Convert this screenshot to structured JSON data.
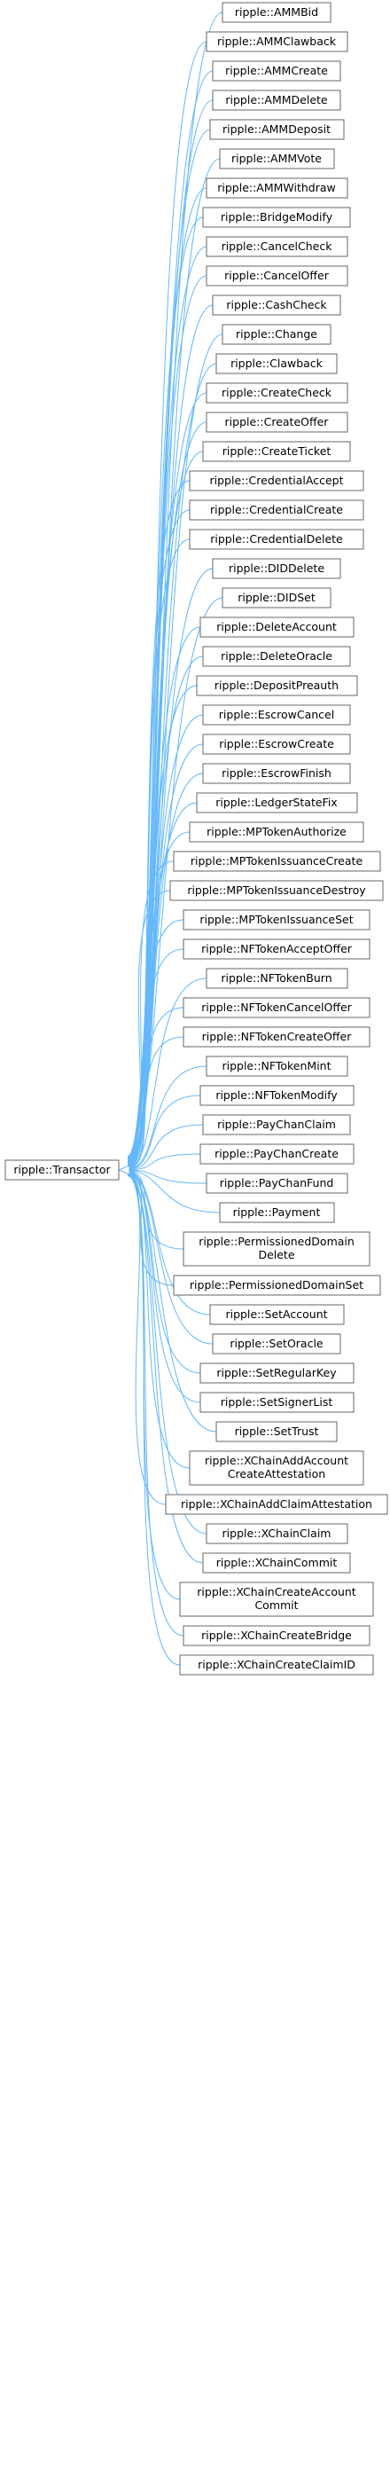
{
  "base_class": {
    "label": "ripple::Transactor"
  },
  "derived_classes": [
    {
      "lines": [
        "ripple::AMMBid"
      ]
    },
    {
      "lines": [
        "ripple::AMMClawback"
      ]
    },
    {
      "lines": [
        "ripple::AMMCreate"
      ]
    },
    {
      "lines": [
        "ripple::AMMDelete"
      ]
    },
    {
      "lines": [
        "ripple::AMMDeposit"
      ]
    },
    {
      "lines": [
        "ripple::AMMVote"
      ]
    },
    {
      "lines": [
        "ripple::AMMWithdraw"
      ]
    },
    {
      "lines": [
        "ripple::BridgeModify"
      ]
    },
    {
      "lines": [
        "ripple::CancelCheck"
      ]
    },
    {
      "lines": [
        "ripple::CancelOffer"
      ]
    },
    {
      "lines": [
        "ripple::CashCheck"
      ]
    },
    {
      "lines": [
        "ripple::Change"
      ]
    },
    {
      "lines": [
        "ripple::Clawback"
      ]
    },
    {
      "lines": [
        "ripple::CreateCheck"
      ]
    },
    {
      "lines": [
        "ripple::CreateOffer"
      ]
    },
    {
      "lines": [
        "ripple::CreateTicket"
      ]
    },
    {
      "lines": [
        "ripple::CredentialAccept"
      ]
    },
    {
      "lines": [
        "ripple::CredentialCreate"
      ]
    },
    {
      "lines": [
        "ripple::CredentialDelete"
      ]
    },
    {
      "lines": [
        "ripple::DIDDelete"
      ]
    },
    {
      "lines": [
        "ripple::DIDSet"
      ]
    },
    {
      "lines": [
        "ripple::DeleteAccount"
      ]
    },
    {
      "lines": [
        "ripple::DeleteOracle"
      ]
    },
    {
      "lines": [
        "ripple::DepositPreauth"
      ]
    },
    {
      "lines": [
        "ripple::EscrowCancel"
      ]
    },
    {
      "lines": [
        "ripple::EscrowCreate"
      ]
    },
    {
      "lines": [
        "ripple::EscrowFinish"
      ]
    },
    {
      "lines": [
        "ripple::LedgerStateFix"
      ]
    },
    {
      "lines": [
        "ripple::MPTokenAuthorize"
      ]
    },
    {
      "lines": [
        "ripple::MPTokenIssuanceCreate"
      ]
    },
    {
      "lines": [
        "ripple::MPTokenIssuanceDestroy"
      ]
    },
    {
      "lines": [
        "ripple::MPTokenIssuanceSet"
      ]
    },
    {
      "lines": [
        "ripple::NFTokenAcceptOffer"
      ]
    },
    {
      "lines": [
        "ripple::NFTokenBurn"
      ]
    },
    {
      "lines": [
        "ripple::NFTokenCancelOffer"
      ]
    },
    {
      "lines": [
        "ripple::NFTokenCreateOffer"
      ]
    },
    {
      "lines": [
        "ripple::NFTokenMint"
      ]
    },
    {
      "lines": [
        "ripple::NFTokenModify"
      ]
    },
    {
      "lines": [
        "ripple::PayChanClaim"
      ]
    },
    {
      "lines": [
        "ripple::PayChanCreate"
      ]
    },
    {
      "lines": [
        "ripple::PayChanFund"
      ]
    },
    {
      "lines": [
        "ripple::Payment"
      ]
    },
    {
      "lines": [
        "ripple::PermissionedDomain",
        "Delete"
      ]
    },
    {
      "lines": [
        "ripple::PermissionedDomainSet"
      ]
    },
    {
      "lines": [
        "ripple::SetAccount"
      ]
    },
    {
      "lines": [
        "ripple::SetOracle"
      ]
    },
    {
      "lines": [
        "ripple::SetRegularKey"
      ]
    },
    {
      "lines": [
        "ripple::SetSignerList"
      ]
    },
    {
      "lines": [
        "ripple::SetTrust"
      ]
    },
    {
      "lines": [
        "ripple::XChainAddAccount",
        "CreateAttestation"
      ]
    },
    {
      "lines": [
        "ripple::XChainAddClaimAttestation"
      ]
    },
    {
      "lines": [
        "ripple::XChainClaim"
      ]
    },
    {
      "lines": [
        "ripple::XChainCommit"
      ]
    },
    {
      "lines": [
        "ripple::XChainCreateAccount",
        "Commit"
      ]
    },
    {
      "lines": [
        "ripple::XChainCreateBridge"
      ]
    },
    {
      "lines": [
        "ripple::XChainCreateClaimID"
      ]
    }
  ],
  "colors": {
    "edge": "#63b8ff",
    "box_border": "#666666",
    "text": "#000000",
    "background": "#ffffff"
  }
}
